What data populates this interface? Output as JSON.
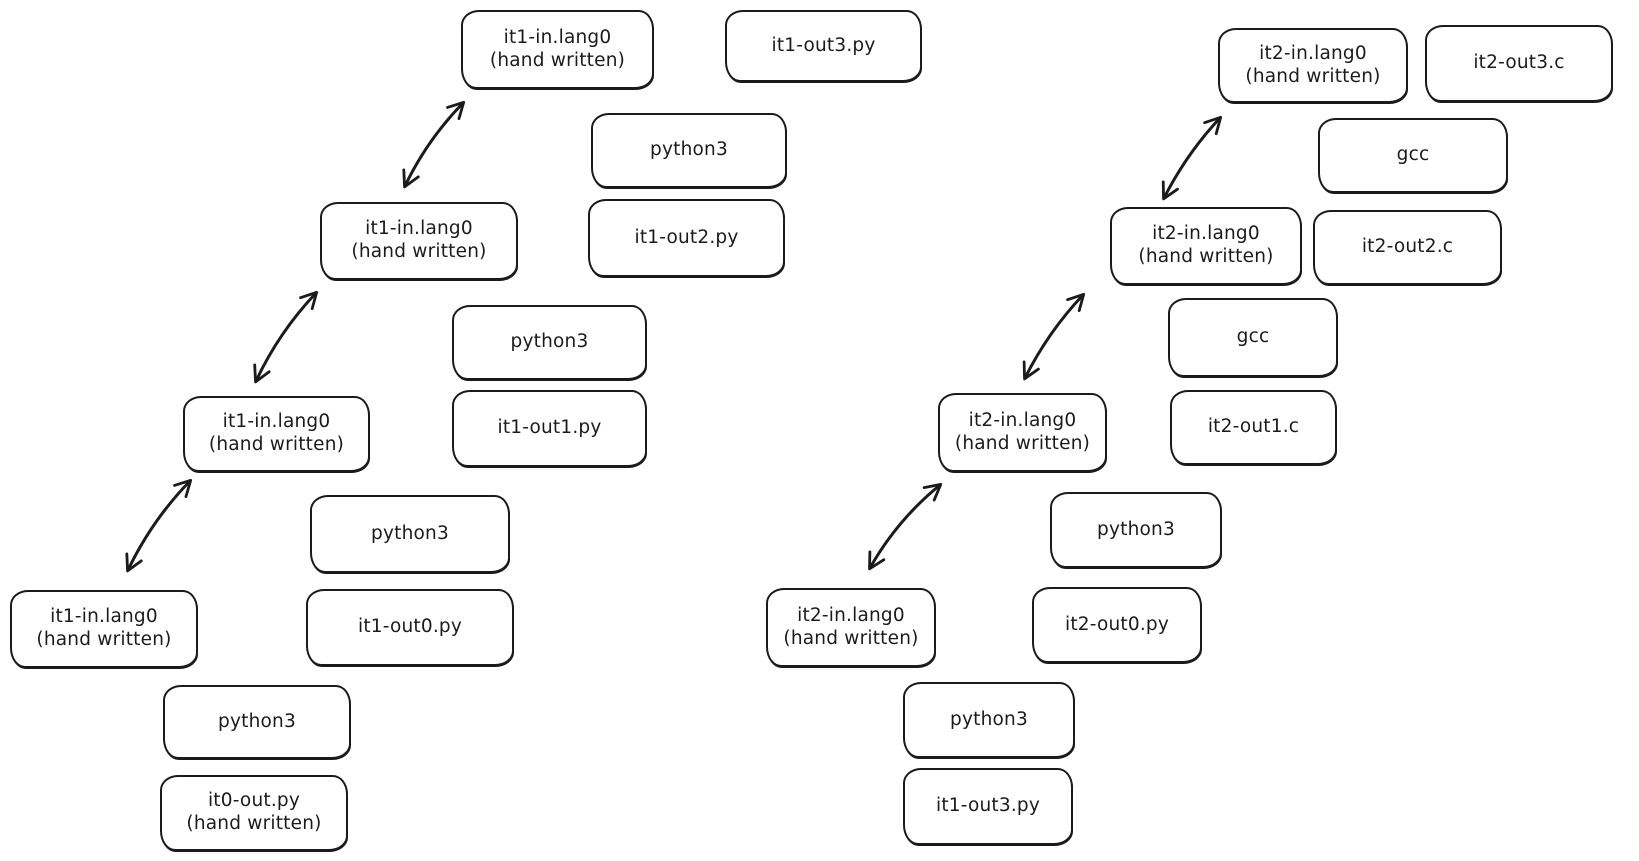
{
  "canvas": {
    "background": "#ffffff",
    "stroke_color": "#1b1b1b",
    "style": "hand-drawn sketch (excalidraw-like), white fill boxes, black rounded outlines"
  },
  "nodes": [
    {
      "id": "it0-out-py",
      "label": "it0-out.py\n(hand written)"
    },
    {
      "id": "python3-left-0",
      "label": "python3"
    },
    {
      "id": "it1-in-lang0-0",
      "label": "it1-in.lang0\n(hand written)"
    },
    {
      "id": "it1-out0-py",
      "label": "it1-out0.py"
    },
    {
      "id": "python3-left-1",
      "label": "python3"
    },
    {
      "id": "it1-in-lang0-1",
      "label": "it1-in.lang0\n(hand written)"
    },
    {
      "id": "it1-out1-py",
      "label": "it1-out1.py"
    },
    {
      "id": "python3-left-2",
      "label": "python3"
    },
    {
      "id": "it1-in-lang0-2",
      "label": "it1-in.lang0\n(hand written)"
    },
    {
      "id": "it1-out2-py",
      "label": "it1-out2.py"
    },
    {
      "id": "python3-left-3",
      "label": "python3"
    },
    {
      "id": "it1-in-lang0-3",
      "label": "it1-in.lang0\n(hand written)"
    },
    {
      "id": "it1-out3-py",
      "label": "it1-out3.py"
    },
    {
      "id": "it1-out3-py-right",
      "label": "it1-out3.py"
    },
    {
      "id": "python3-right-0",
      "label": "python3"
    },
    {
      "id": "it2-in-lang0-0",
      "label": "it2-in.lang0\n(hand written)"
    },
    {
      "id": "it2-out0-py",
      "label": "it2-out0.py"
    },
    {
      "id": "python3-right-1",
      "label": "python3"
    },
    {
      "id": "it2-in-lang0-1",
      "label": "it2-in.lang0\n(hand written)"
    },
    {
      "id": "it2-out1-c",
      "label": "it2-out1.c"
    },
    {
      "id": "gcc-0",
      "label": "gcc"
    },
    {
      "id": "it2-in-lang0-2",
      "label": "it2-in.lang0\n(hand written)"
    },
    {
      "id": "it2-out2-c",
      "label": "it2-out2.c"
    },
    {
      "id": "gcc-1",
      "label": "gcc"
    },
    {
      "id": "it2-in-lang0-3",
      "label": "it2-in.lang0\n(hand written)"
    },
    {
      "id": "it2-out3-c",
      "label": "it2-out3.c"
    }
  ],
  "connections": [
    {
      "from": "it1-in-lang0-0",
      "to": "it1-in-lang0-1",
      "style": "double-arrow"
    },
    {
      "from": "it1-in-lang0-1",
      "to": "it1-in-lang0-2",
      "style": "double-arrow"
    },
    {
      "from": "it1-in-lang0-2",
      "to": "it1-in-lang0-3",
      "style": "double-arrow"
    },
    {
      "from": "it2-in-lang0-0",
      "to": "it2-in-lang0-1",
      "style": "double-arrow"
    },
    {
      "from": "it2-in-lang0-1",
      "to": "it2-in-lang0-2",
      "style": "double-arrow"
    },
    {
      "from": "it2-in-lang0-2",
      "to": "it2-in-lang0-3",
      "style": "double-arrow"
    }
  ]
}
